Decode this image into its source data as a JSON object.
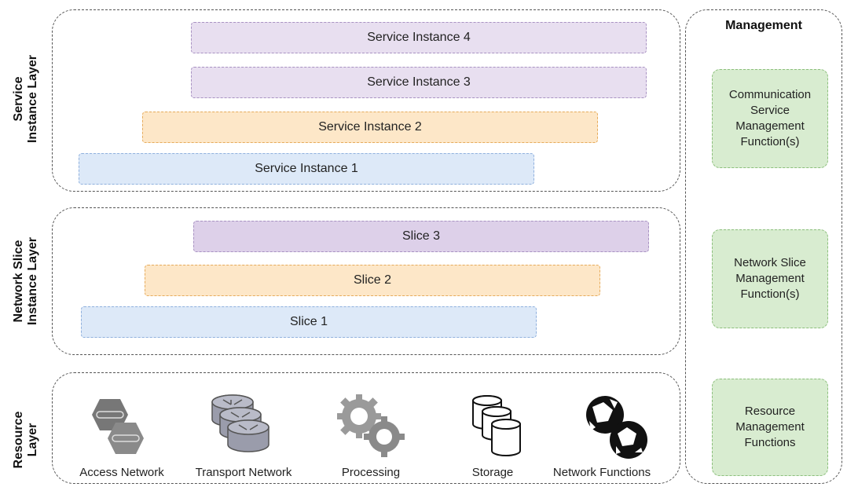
{
  "layers": {
    "service": {
      "label_lines": [
        "Service",
        "Instance Layer"
      ]
    },
    "slice": {
      "label_lines": [
        "Network Slice",
        "Instance Layer"
      ]
    },
    "resource": {
      "label_lines": [
        "Resource",
        "Layer"
      ]
    }
  },
  "service_instances": [
    "Service Instance 4",
    "Service Instance 3",
    "Service Instance 2",
    "Service Instance 1"
  ],
  "slices": [
    "Slice 3",
    "Slice 2",
    "Slice 1"
  ],
  "resources": [
    {
      "label": "Access Network",
      "icon": "access-network-icon"
    },
    {
      "label": "Transport Network",
      "icon": "router-stack-icon"
    },
    {
      "label": "Processing",
      "icon": "gears-icon"
    },
    {
      "label": "Storage",
      "icon": "database-stack-icon"
    },
    {
      "label": "Network Functions",
      "icon": "network-functions-icon"
    }
  ],
  "management": {
    "title": "Management",
    "functions": [
      "Communication Service Management Function(s)",
      "Network Slice Management Function(s)",
      "Resource Management Functions"
    ]
  },
  "colors": {
    "purple": "#e8dff0",
    "orange": "#fde7c8",
    "blue": "#dde9f8",
    "green": "#d8ecd0"
  }
}
